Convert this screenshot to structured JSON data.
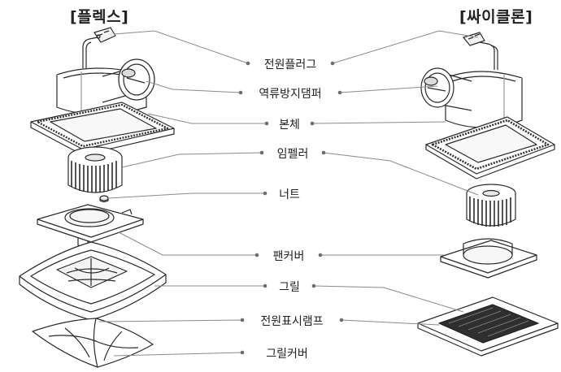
{
  "titles": {
    "left": "[플렉스]",
    "right": "[싸이클론]"
  },
  "parts": [
    {
      "id": "plug",
      "label": "전원플러그"
    },
    {
      "id": "damper",
      "label": "역류방지댐퍼"
    },
    {
      "id": "body",
      "label": "본체"
    },
    {
      "id": "impeller",
      "label": "임펠러"
    },
    {
      "id": "nut",
      "label": "너트"
    },
    {
      "id": "fancover",
      "label": "팬커버"
    },
    {
      "id": "grill",
      "label": "그릴"
    },
    {
      "id": "lamp",
      "label": "전원표시램프"
    },
    {
      "id": "grillcover",
      "label": "그릴커버"
    }
  ],
  "colors": {
    "line": "#8a8a8a",
    "dot": "#6d6d6d",
    "drawing": "#2a2a2a"
  }
}
